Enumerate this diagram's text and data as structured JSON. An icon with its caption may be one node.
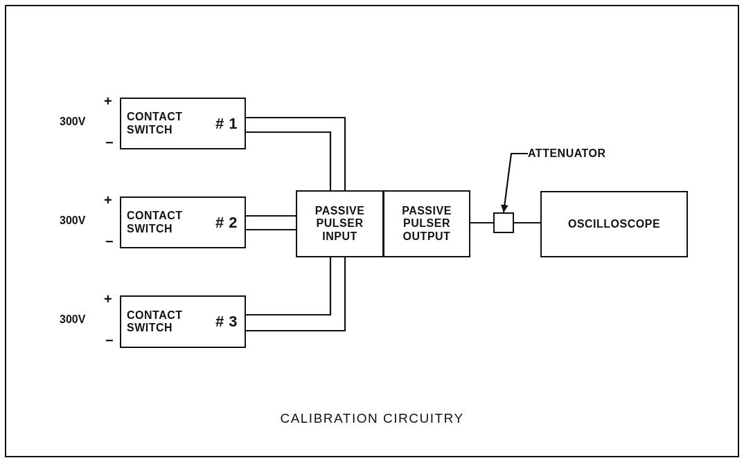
{
  "diagram": {
    "caption": "CALIBRATION CIRCUITRY",
    "nodes": [
      {
        "text": [
          "CONTACT SWITCH",
          "# 1"
        ]
      },
      {
        "text": [
          "CONTACT SWITCH",
          "# 2"
        ]
      },
      {
        "text": [
          "CONTACT SWITCH",
          "# 3"
        ]
      },
      {
        "text": [
          "PASSIVE PULSER INPUT"
        ]
      },
      {
        "text": [
          "PASSIVE PULSER OUTPUT"
        ]
      },
      {
        "text": [],
        "shape": "box"
      },
      {
        "text": [
          "OSCILLOSCOPE"
        ]
      },
      {
        "text": [
          "ATTENUATOR"
        ]
      }
    ],
    "edges": [
      {
        "from": 0,
        "to": 3,
        "arrow": "none"
      },
      {
        "from": 0,
        "to": 3,
        "arrow": "none"
      },
      {
        "from": 1,
        "to": 3,
        "arrow": "none"
      },
      {
        "from": 1,
        "to": 3,
        "arrow": "none"
      },
      {
        "from": 2,
        "to": 3,
        "arrow": "none"
      },
      {
        "from": 2,
        "to": 3,
        "arrow": "none"
      },
      {
        "from": 4,
        "to": 5,
        "arrow": "none"
      },
      {
        "from": 5,
        "to": 6,
        "arrow": "none"
      },
      {
        "from": 7,
        "to": 5,
        "arrow": "to"
      }
    ],
    "labels": [
      "+",
      "300V",
      "−",
      "+",
      "300V",
      "−",
      "+",
      "300V",
      "−"
    ]
  }
}
